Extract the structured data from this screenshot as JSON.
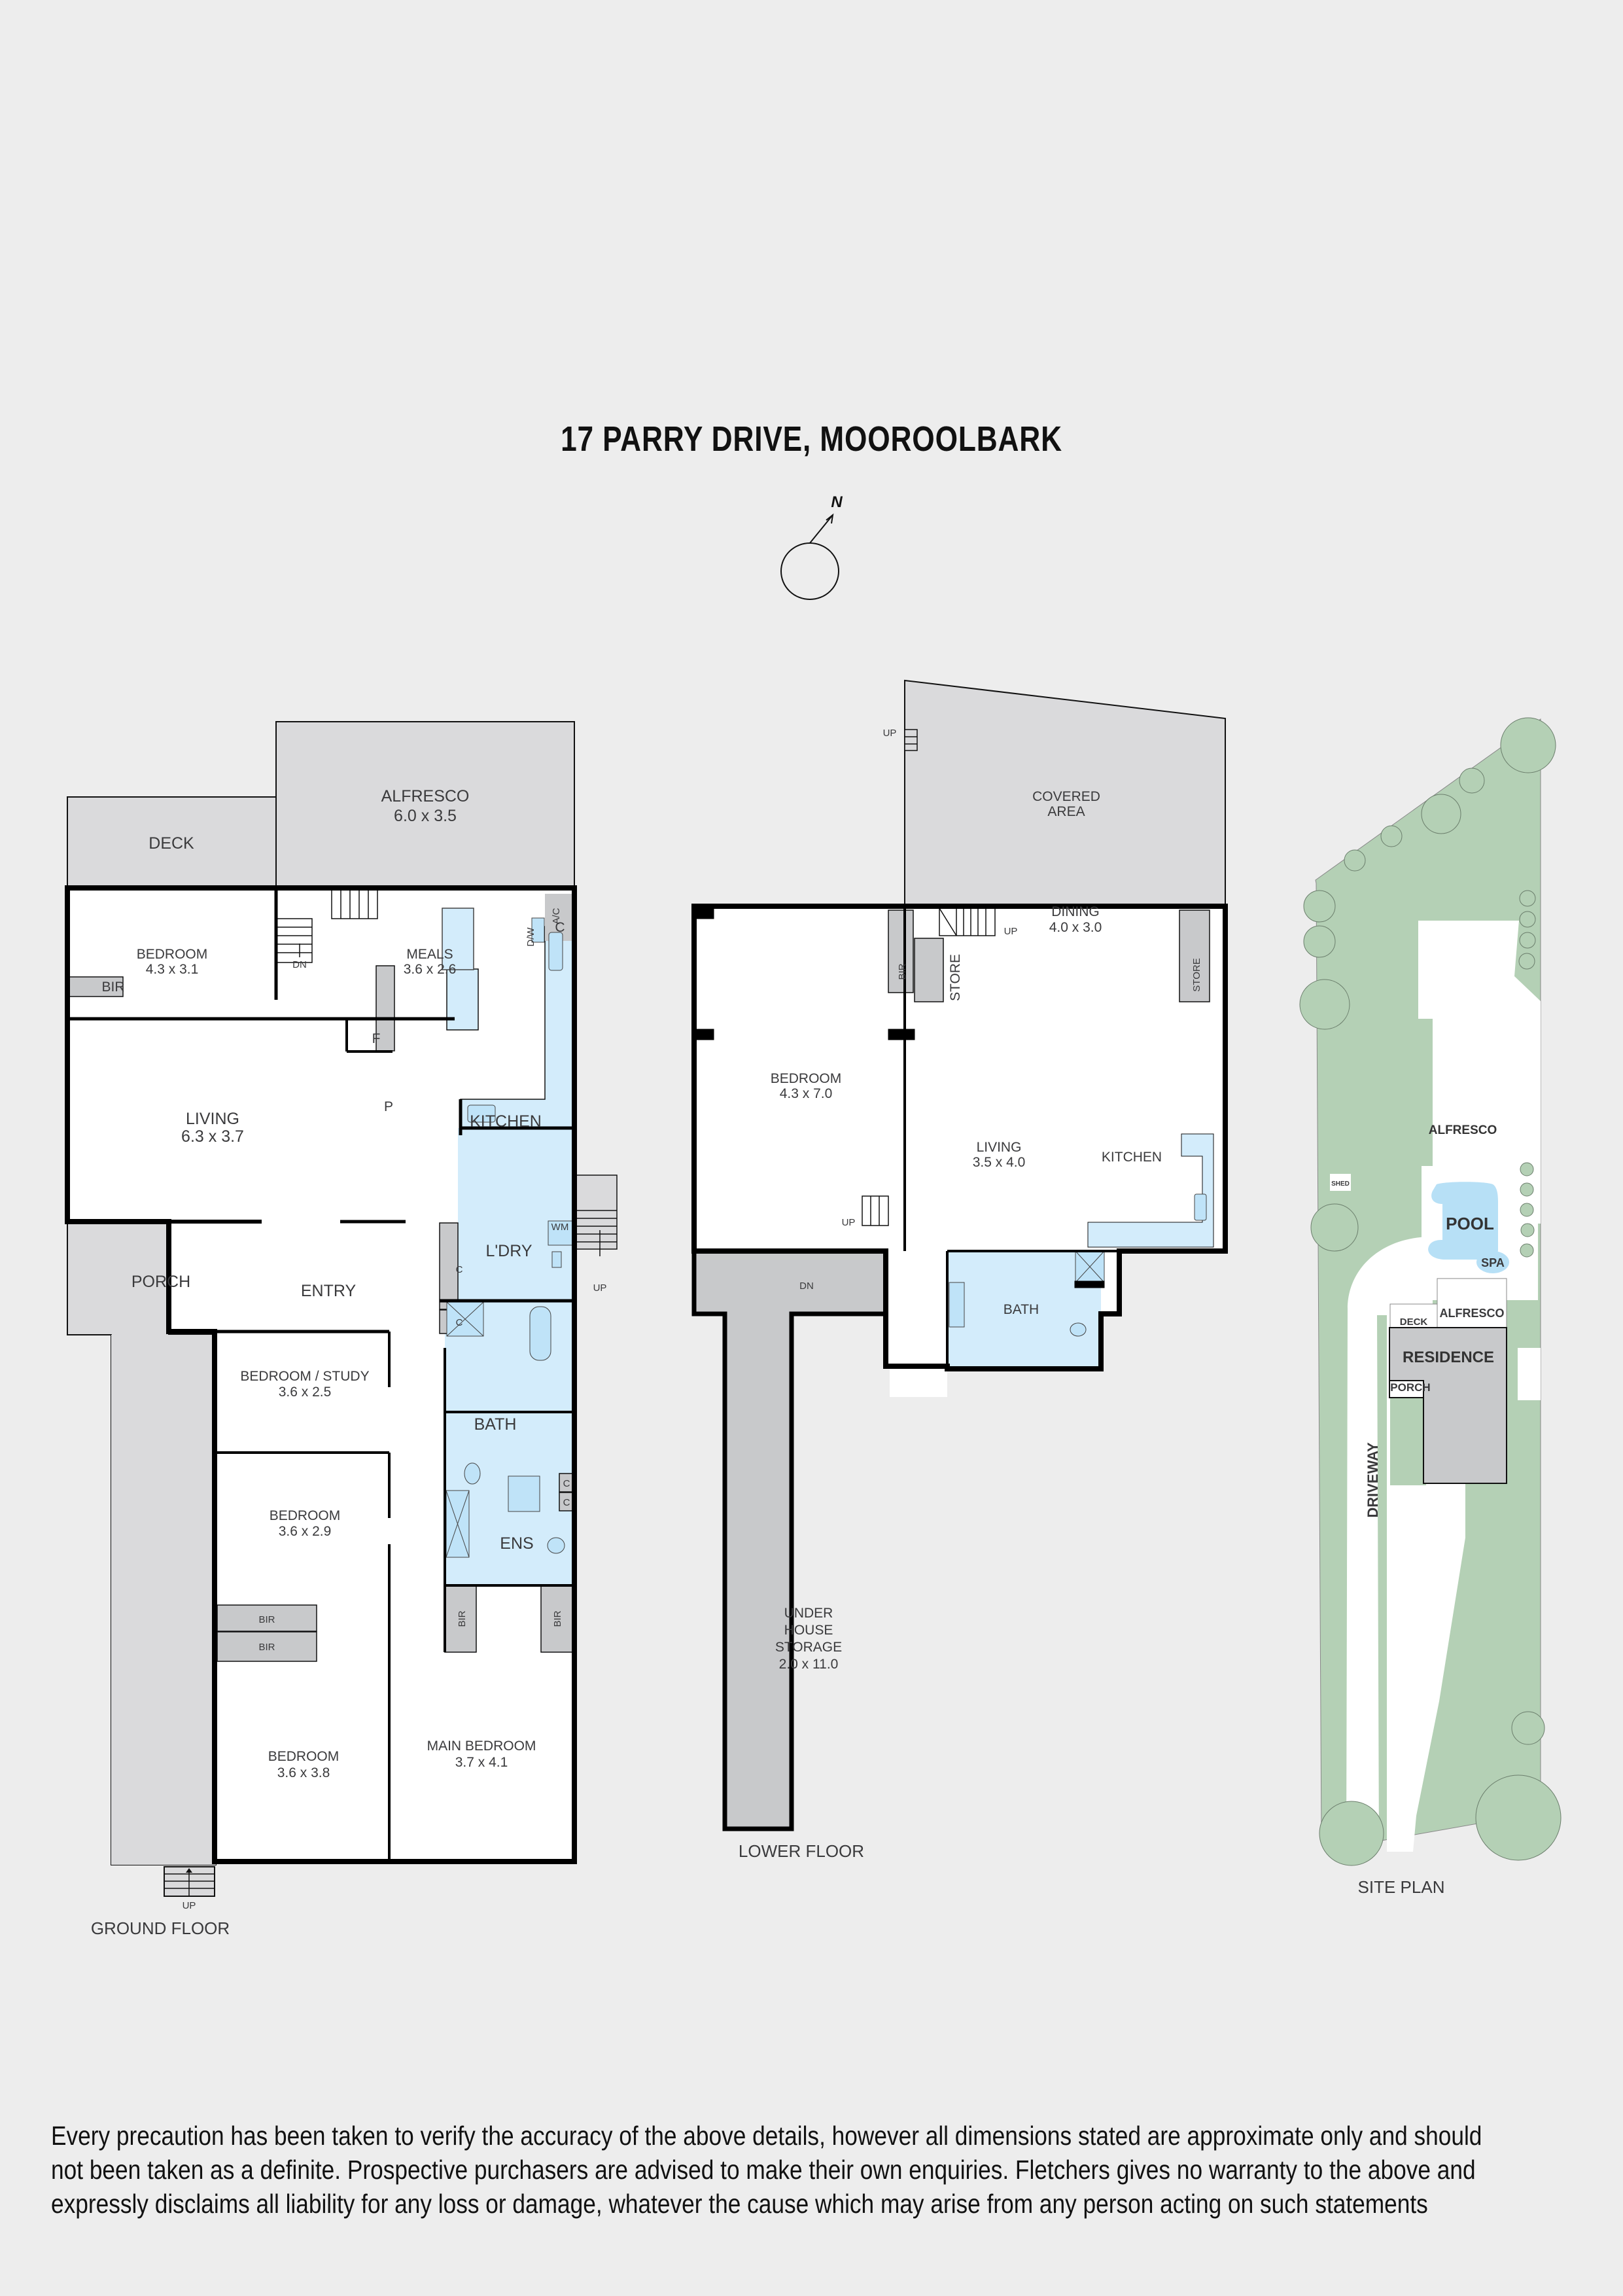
{
  "title": "17 PARRY DRIVE, MOOROOLBARK",
  "compass": {
    "label": "N",
    "icon": "north-arrow-icon"
  },
  "colors": {
    "background": "#ededed",
    "outdoor_area": "#dadadc",
    "storage": "#c8c9cb",
    "wet_area": "#d3ecfb",
    "fixture": "#bfe3f8",
    "interior": "#ffffff",
    "wall": "#000000",
    "garden": "#b4d0b5",
    "pool": "#b7e0f6",
    "label_text": "#3a3a3c"
  },
  "ground_floor": {
    "label": "GROUND FLOOR",
    "rooms": [
      {
        "name": "ALFRESCO",
        "dims": "6.0 x 3.5"
      },
      {
        "name": "DECK",
        "dims": ""
      },
      {
        "name": "BEDROOM",
        "dims": "4.3 x 3.1"
      },
      {
        "name": "MEALS",
        "dims": "3.6 x 2.6"
      },
      {
        "name": "LIVING",
        "dims": "6.3 x 3.7"
      },
      {
        "name": "KITCHEN",
        "dims": ""
      },
      {
        "name": "PORCH",
        "dims": ""
      },
      {
        "name": "ENTRY",
        "dims": ""
      },
      {
        "name": "L'DRY",
        "dims": ""
      },
      {
        "name": "BEDROOM / STUDY",
        "dims": "3.6 x 2.5"
      },
      {
        "name": "BATH",
        "dims": ""
      },
      {
        "name": "BEDROOM",
        "dims": "3.6 x 2.9"
      },
      {
        "name": "ENS",
        "dims": ""
      },
      {
        "name": "BEDROOM",
        "dims": "3.6 x 3.8"
      },
      {
        "name": "MAIN BEDROOM",
        "dims": "3.7 x 4.1"
      }
    ],
    "fixtures": {
      "bir": "BIR",
      "c": "C",
      "f": "F",
      "p": "P",
      "dw": "D/W",
      "ac": "A/C",
      "wm": "WM",
      "dn": "DN",
      "up": "UP"
    }
  },
  "lower_floor": {
    "label": "LOWER FLOOR",
    "rooms": [
      {
        "name": "COVERED AREA",
        "line1": "COVERED",
        "line2": "AREA",
        "dims": ""
      },
      {
        "name": "BEDROOM",
        "dims": "4.3 x 7.0"
      },
      {
        "name": "DINING",
        "dims": "4.0 x 3.0"
      },
      {
        "name": "LIVING",
        "dims": "3.5 x 4.0"
      },
      {
        "name": "KITCHEN",
        "dims": ""
      },
      {
        "name": "BATH",
        "dims": ""
      },
      {
        "name": "UNDER HOUSE STORAGE",
        "line1": "UNDER",
        "line2": "HOUSE",
        "line3": "STORAGE",
        "dims": "2.0 x 11.0"
      }
    ],
    "fixtures": {
      "bir": "BIR",
      "store": "STORE",
      "up": "UP",
      "dn": "DN"
    }
  },
  "site_plan": {
    "label": "SITE PLAN",
    "areas": {
      "alfresco_top": "ALFRESCO",
      "shed": "SHED",
      "pool": "POOL",
      "spa": "SPA",
      "deck": "DECK",
      "alfresco": "ALFRESCO",
      "residence": "RESIDENCE",
      "porch": "PORCH",
      "driveway": "DRIVEWAY"
    }
  },
  "disclaimer": {
    "line1": "Every precaution has been taken to verify the accuracy of the above details, however all dimensions stated are approximate only and should",
    "line2": "not been taken as a definite. Prospective purchasers are advised to make their own enquiries. Fletchers gives no warranty to the above and",
    "line3": "expressly disclaims all liability for any loss or damage, whatever the cause which may arise from any person acting on such statements"
  }
}
